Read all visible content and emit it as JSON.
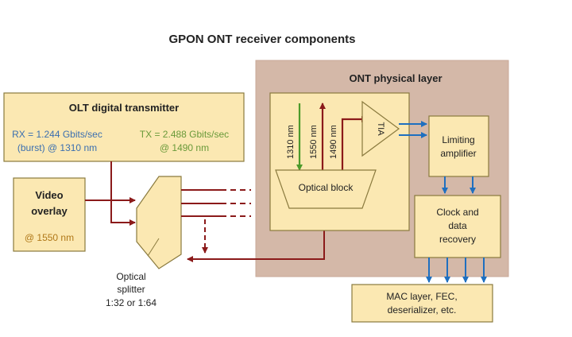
{
  "title": "GPON ONT receiver components",
  "ont_panel": {
    "label": "ONT physical layer"
  },
  "olt": {
    "label": "OLT digital transmitter",
    "rx_line1": "RX = 1.244 Gbits/sec",
    "rx_line2": "(burst) @ 1310 nm",
    "tx_line1": "TX = 2.488 Gbits/sec",
    "tx_line2": "@ 1490 nm"
  },
  "video": {
    "line1": "Video",
    "line2": "overlay",
    "wavelength": "@ 1550 nm"
  },
  "splitter": {
    "line1": "Optical",
    "line2": "splitter",
    "line3": "1:32 or 1:64"
  },
  "optical_block": {
    "label": "Optical block",
    "wl_1310": "1310 nm",
    "wl_1550": "1550 nm",
    "wl_1490": "1490 nm"
  },
  "tia": {
    "label": "TIA"
  },
  "limiting_amp": {
    "line1": "Limiting",
    "line2": "amplifier"
  },
  "cdr": {
    "line1": "Clock and",
    "line2": "data",
    "line3": "recovery"
  },
  "mac": {
    "line1": "MAC layer, FEC,",
    "line2": "deserializer, etc."
  },
  "colors": {
    "ont_background": "#d4b8a8",
    "box_fill": "#fbe8b2",
    "box_stroke": "#8a7a3e",
    "arrow_dark_red": "#8b1a1a",
    "arrow_blue": "#1e6fc0",
    "arrow_green": "#4c9a2a",
    "olt_rx_text": "#3b6fb0",
    "olt_tx_text": "#6a9a3a",
    "video_wavelength_text": "#b07818"
  }
}
